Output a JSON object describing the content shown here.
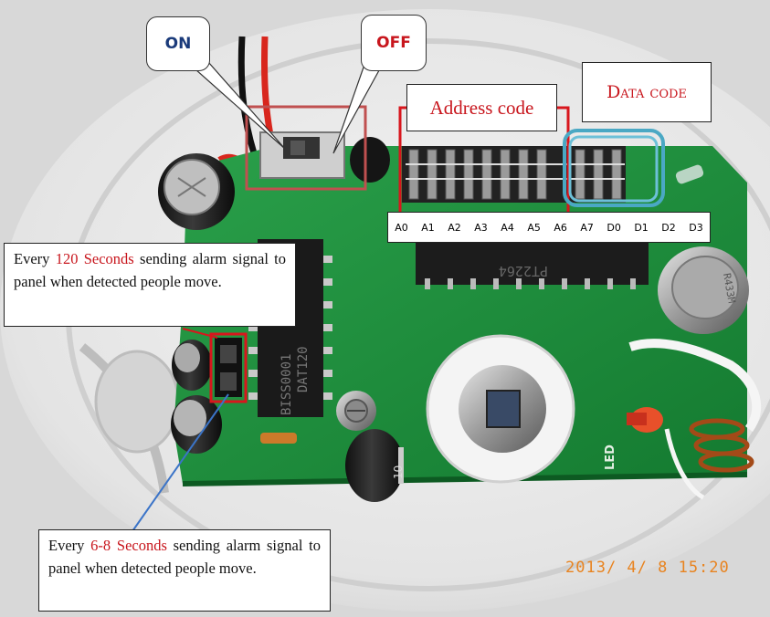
{
  "callouts": {
    "on_label": "ON",
    "off_label": "OFF",
    "address_code": "Address code",
    "data_code": "Data code",
    "mode_120": {
      "prefix": "Every",
      "highlight": "120 Seconds",
      "suffix": "sending alarm signal to panel when detected people move."
    },
    "mode_6_8": {
      "prefix": "Every",
      "highlight": "6-8 Seconds",
      "suffix": "sending alarm signal to panel when detected people move."
    }
  },
  "pins": [
    "A0",
    "A1",
    "A2",
    "A3",
    "A4",
    "A5",
    "A6",
    "A7",
    "D0",
    "D1",
    "D2",
    "D3"
  ],
  "components": {
    "chip_top": "PT2264",
    "chip_side_1": "BISS0001",
    "chip_side_2": "DAT120",
    "crystal": "R433M",
    "led_silk": "LED",
    "cap_label": "10"
  },
  "timestamp": "2013/ 4/ 8 15:20",
  "colors": {
    "pcb_green": "#1f8a3a",
    "callout_red": "#c8161d",
    "data_box_blue": "#4aa8c4",
    "timestamp_orange": "#e8831f"
  }
}
